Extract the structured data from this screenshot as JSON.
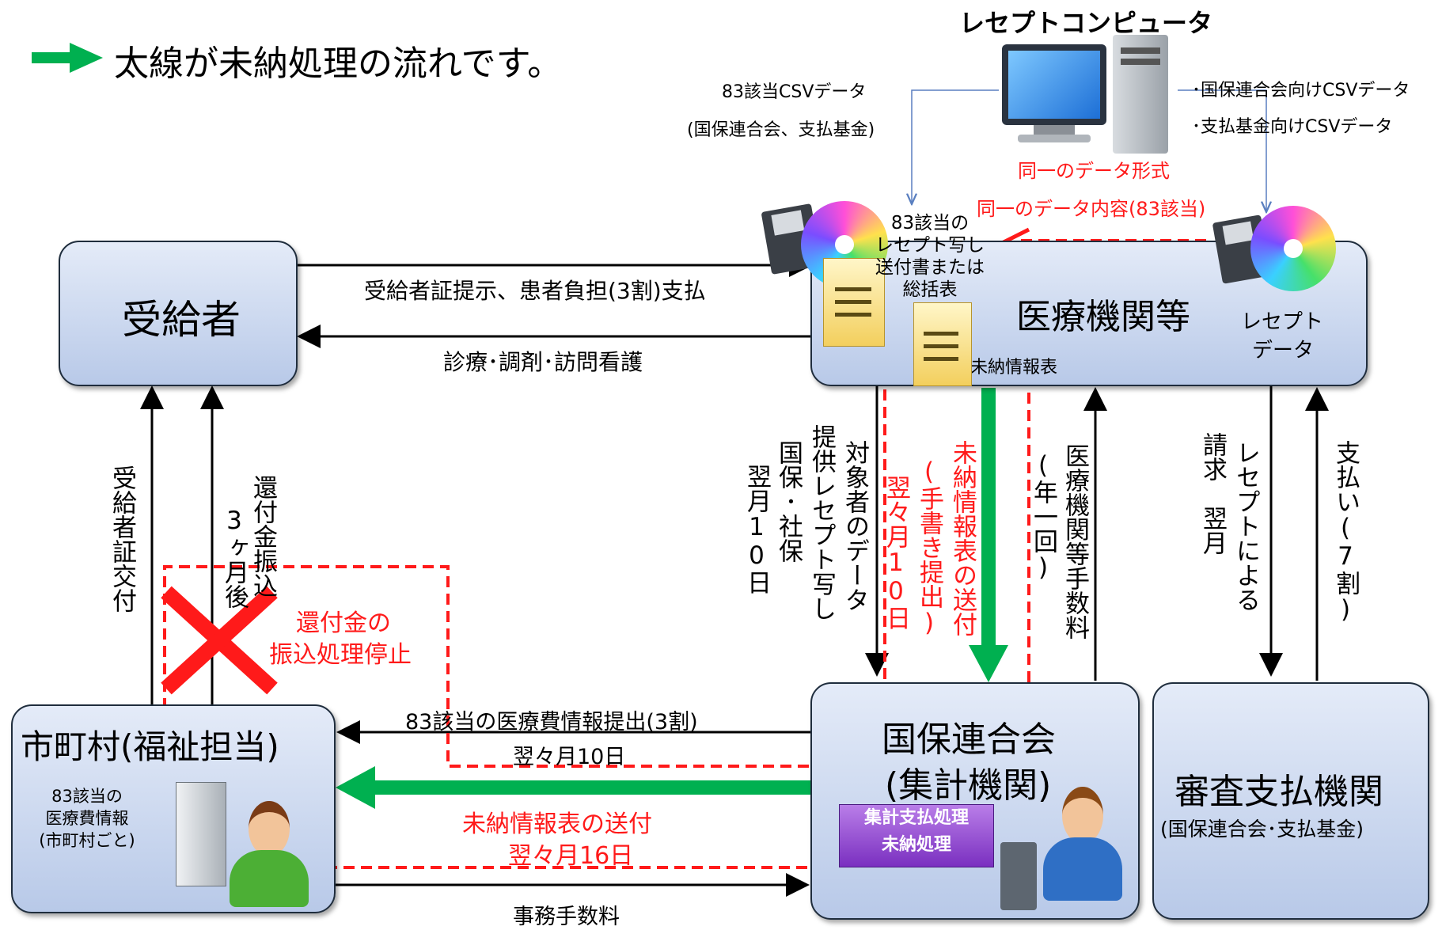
{
  "legend": {
    "text": "太線が未納処理の流れです。"
  },
  "computer": {
    "title": "レセプトコンピュータ",
    "left_label_1": "83該当CSVデータ",
    "left_label_2": "(国保連合会、支払基金)",
    "right_label_1": "･国保連合会向けCSVデータ",
    "right_label_2": "･支払基金向けCSVデータ",
    "same_format": "同一のデータ形式",
    "same_content": "同一のデータ内容(83該当)"
  },
  "nodes": {
    "recipient": "受給者",
    "medical": "医療機関等",
    "medical_receipt_1": "レセプト",
    "medical_receipt_2": "データ",
    "medical_docs_1": "83該当の",
    "medical_docs_2": "レセプト写し",
    "medical_docs_3": "送付書または",
    "medical_docs_4": "総括表",
    "unpaid_doc": "未納情報表",
    "municipality": "市町村(福祉担当)",
    "muni_info_1": "83該当の",
    "muni_info_2": "医療費情報",
    "muni_info_3": "(市町村ごと)",
    "kokuho_1": "国保連合会",
    "kokuho_2": "(集計機関)",
    "process_1": "集計支払処理",
    "process_2": "未納処理",
    "review_1": "審査支払機関",
    "review_2": "(国保連合会･支払基金)"
  },
  "flows": {
    "present_card": "受給者証提示、患者負担(3割)支払",
    "treatment": "診療･調剤･訪問看護",
    "issue_card": "受給者証交付",
    "refund_1": "還付金振込",
    "refund_2": "3ヶ月後",
    "stop_1": "還付金の",
    "stop_2": "振込処理停止",
    "target_1": "対象者のデータ",
    "target_2": "提供レセプト写し",
    "target_3": "国保･社保",
    "target_4": "翌月10日",
    "unpaid_send_1": "未納情報表の送付",
    "unpaid_send_2": "(手書き提出)",
    "unpaid_send_3": "翌々月10日",
    "fee_1": "医療機関等手数料",
    "fee_2": "(年一回)",
    "claim_1": "レセプトによる",
    "claim_2": "請求　翌月",
    "pay": "支払い(7割)",
    "submit_info": "83該当の医療費情報提出(3割)",
    "submit_date": "翌々月10日",
    "unpaid_table_send": "未納情報表の送付",
    "unpaid_table_date": "翌々月16日",
    "admin_fee": "事務手数料"
  },
  "colors": {
    "thick_arrow": "#00b050",
    "dashed": "#ff1a1a",
    "box_border": "#1f2d3d",
    "process_bg": "#8b3fc9"
  }
}
